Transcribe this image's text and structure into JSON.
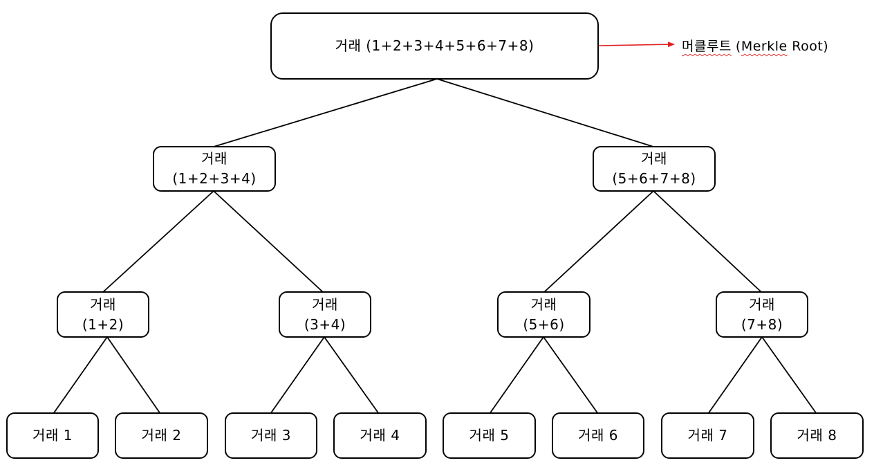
{
  "root": {
    "label": "거래 (1+2+3+4+5+6+7+8)",
    "annotation_korean": "머클루트",
    "annotation_open": "(",
    "annotation_english": "Merkle",
    "annotation_rest": " Root)",
    "arrow_color": "#e02020"
  },
  "level1": [
    {
      "line1": "거래",
      "line2": "(1+2+3+4)"
    },
    {
      "line1": "거래",
      "line2": "(5+6+7+8)"
    }
  ],
  "level2": [
    {
      "line1": "거래",
      "line2": "(1+2)"
    },
    {
      "line1": "거래",
      "line2": "(3+4)"
    },
    {
      "line1": "거래",
      "line2": "(5+6)"
    },
    {
      "line1": "거래",
      "line2": "(7+8)"
    }
  ],
  "leaves": [
    {
      "label": "거래 1"
    },
    {
      "label": "거래 2"
    },
    {
      "label": "거래 3"
    },
    {
      "label": "거래 4"
    },
    {
      "label": "거래 5"
    },
    {
      "label": "거래 6"
    },
    {
      "label": "거래 7"
    },
    {
      "label": "거래 8"
    }
  ]
}
